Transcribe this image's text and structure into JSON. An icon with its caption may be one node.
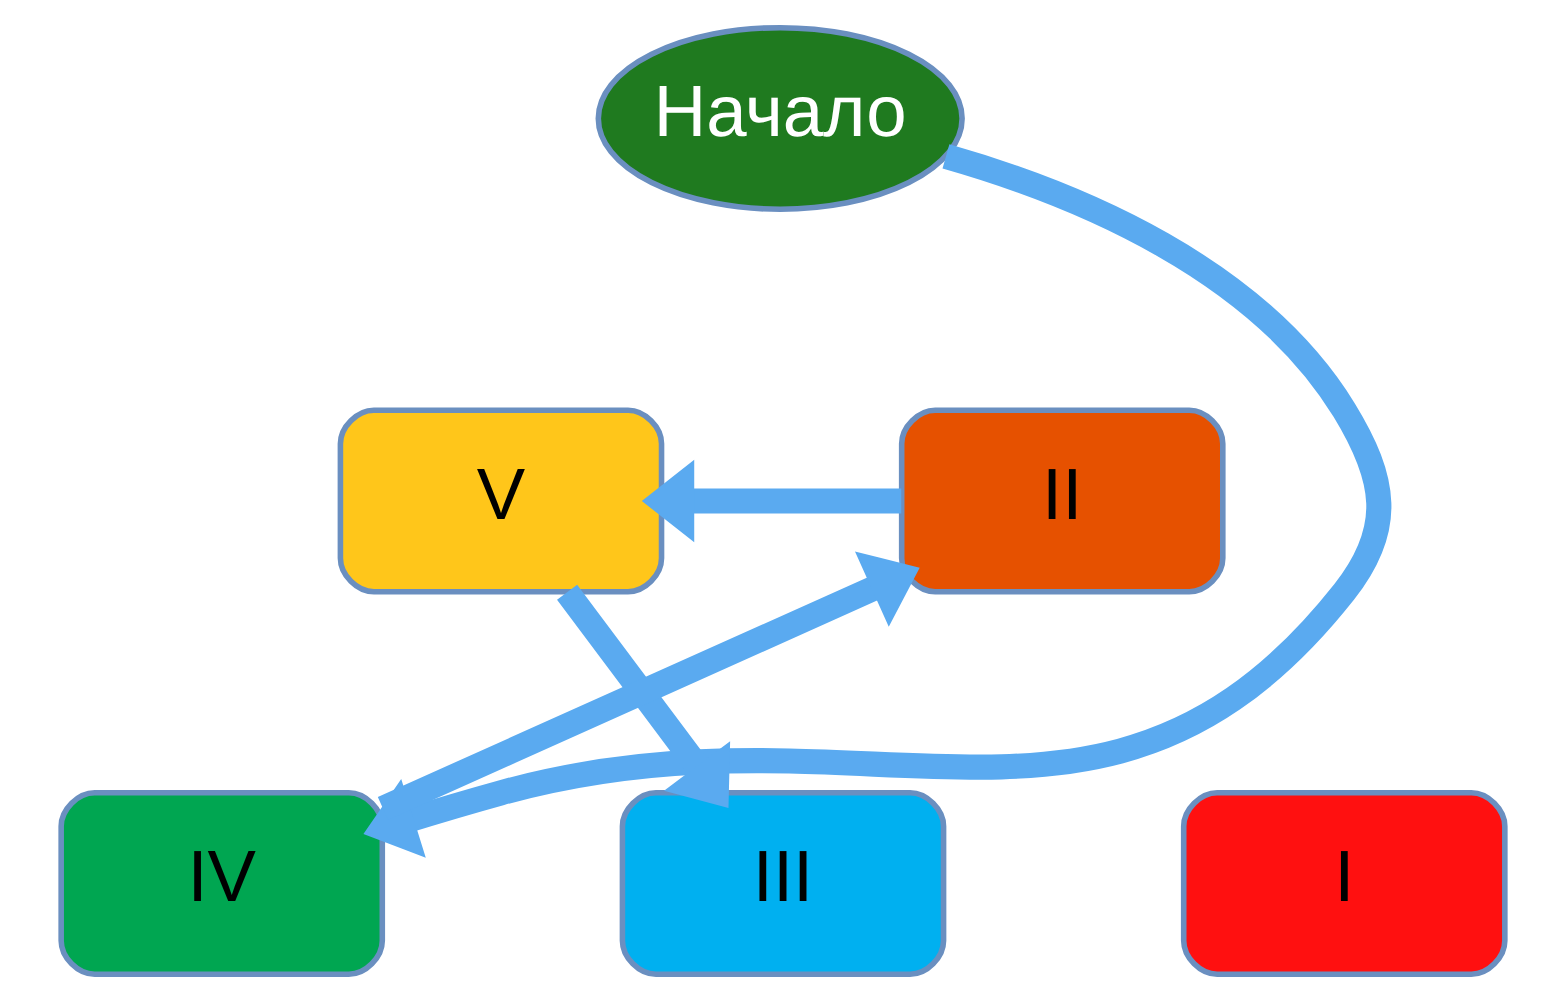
{
  "diagram": {
    "nodes": [
      {
        "text": [
          "Начало"
        ]
      },
      {
        "text": [
          "V"
        ]
      },
      {
        "text": [
          "II"
        ]
      },
      {
        "text": [
          "IV"
        ]
      },
      {
        "text": [
          "III"
        ]
      },
      {
        "text": [
          "I"
        ]
      }
    ],
    "edges": [
      {
        "from": 0,
        "to": 3,
        "arrow": "to"
      },
      {
        "from": 2,
        "to": 1,
        "arrow": "to"
      },
      {
        "from": 3,
        "to": 2,
        "arrow": "to"
      },
      {
        "from": 1,
        "to": 4,
        "arrow": "to"
      }
    ]
  }
}
